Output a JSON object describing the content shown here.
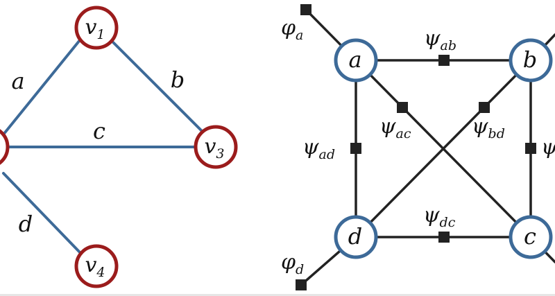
{
  "colors": {
    "left_edge": "#3d6a98",
    "left_node_stroke": "#9b1c1c",
    "right_node_stroke": "#3d6a98",
    "factor_edge": "#222222",
    "factor": "#222222"
  },
  "left_graph": {
    "nodes": [
      {
        "id": "v1",
        "base": "v",
        "sub": "1"
      },
      {
        "id": "v3",
        "base": "v",
        "sub": "3"
      },
      {
        "id": "v4",
        "base": "v",
        "sub": "4"
      }
    ],
    "edge_labels": {
      "a": "a",
      "b": "b",
      "c": "c",
      "d": "d"
    }
  },
  "factor_graph": {
    "nodes": {
      "a": "a",
      "b": "b",
      "c": "c",
      "d": "d"
    },
    "factors": [
      {
        "id": "phi_a",
        "base": "φ",
        "sub": "a"
      },
      {
        "id": "phi_d",
        "base": "φ",
        "sub": "d"
      },
      {
        "id": "psi_ab",
        "base": "ψ",
        "sub": "ab"
      },
      {
        "id": "psi_ac",
        "base": "ψ",
        "sub": "ac"
      },
      {
        "id": "psi_bd",
        "base": "ψ",
        "sub": "bd"
      },
      {
        "id": "psi_ad",
        "base": "ψ",
        "sub": "ad"
      },
      {
        "id": "psi_dc",
        "base": "ψ",
        "sub": "dc"
      },
      {
        "id": "psi_bc",
        "base": "ψ",
        "sub": ""
      }
    ]
  }
}
